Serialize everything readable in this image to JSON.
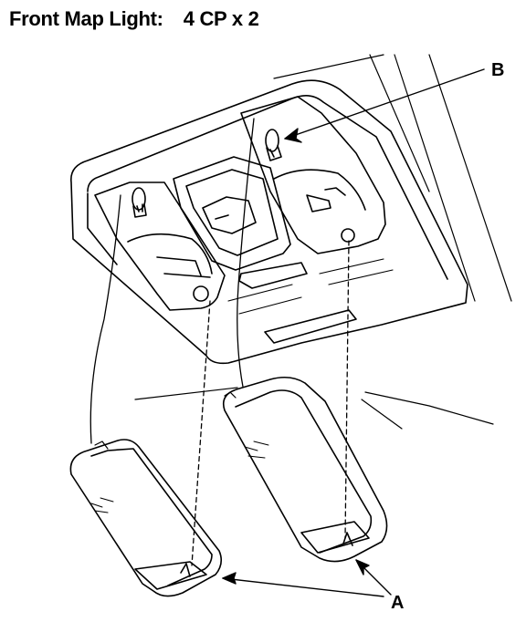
{
  "title": {
    "label": "Front Map Light:",
    "spec": "4 CP x 2"
  },
  "callouts": {
    "b": "B",
    "a": "A"
  },
  "colors": {
    "ink": "#000000",
    "paper": "#ffffff"
  }
}
